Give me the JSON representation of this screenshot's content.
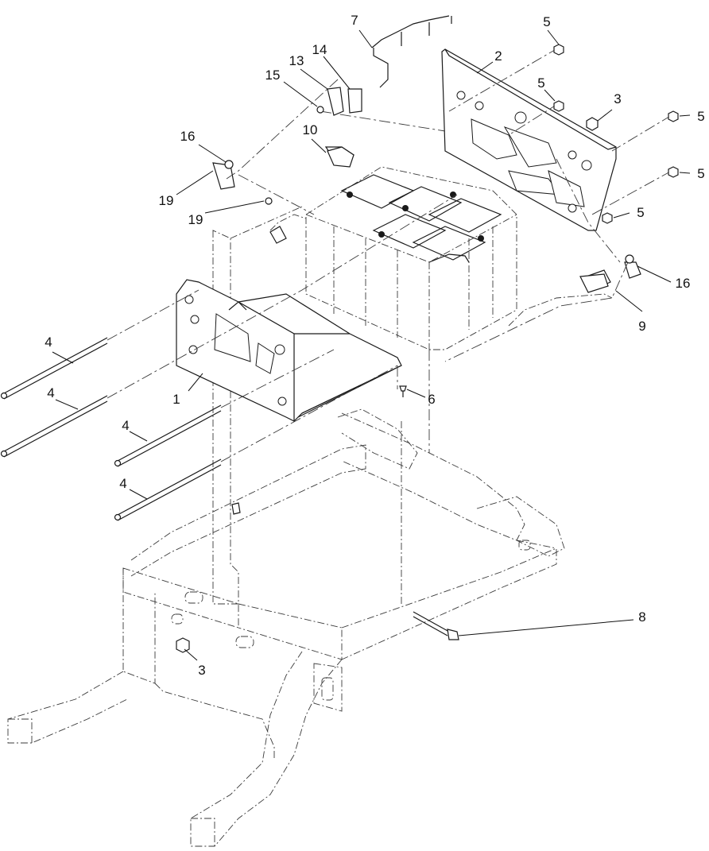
{
  "diagram": {
    "callouts": [
      {
        "id": "c1",
        "label": "1"
      },
      {
        "id": "c2",
        "label": "2"
      },
      {
        "id": "c3a",
        "label": "3"
      },
      {
        "id": "c3b",
        "label": "3"
      },
      {
        "id": "c4a",
        "label": "4"
      },
      {
        "id": "c4b",
        "label": "4"
      },
      {
        "id": "c4c",
        "label": "4"
      },
      {
        "id": "c4d",
        "label": "4"
      },
      {
        "id": "c5a",
        "label": "5"
      },
      {
        "id": "c5b",
        "label": "5"
      },
      {
        "id": "c5c",
        "label": "5"
      },
      {
        "id": "c5d",
        "label": "5"
      },
      {
        "id": "c5e",
        "label": "5"
      },
      {
        "id": "c6",
        "label": "6"
      },
      {
        "id": "c7",
        "label": "7"
      },
      {
        "id": "c8",
        "label": "8"
      },
      {
        "id": "c9",
        "label": "9"
      },
      {
        "id": "c10",
        "label": "10"
      },
      {
        "id": "c13",
        "label": "13"
      },
      {
        "id": "c14",
        "label": "14"
      },
      {
        "id": "c15",
        "label": "15"
      },
      {
        "id": "c16a",
        "label": "16"
      },
      {
        "id": "c16b",
        "label": "16"
      },
      {
        "id": "c19a",
        "label": "19"
      },
      {
        "id": "c19b",
        "label": "19"
      }
    ]
  }
}
